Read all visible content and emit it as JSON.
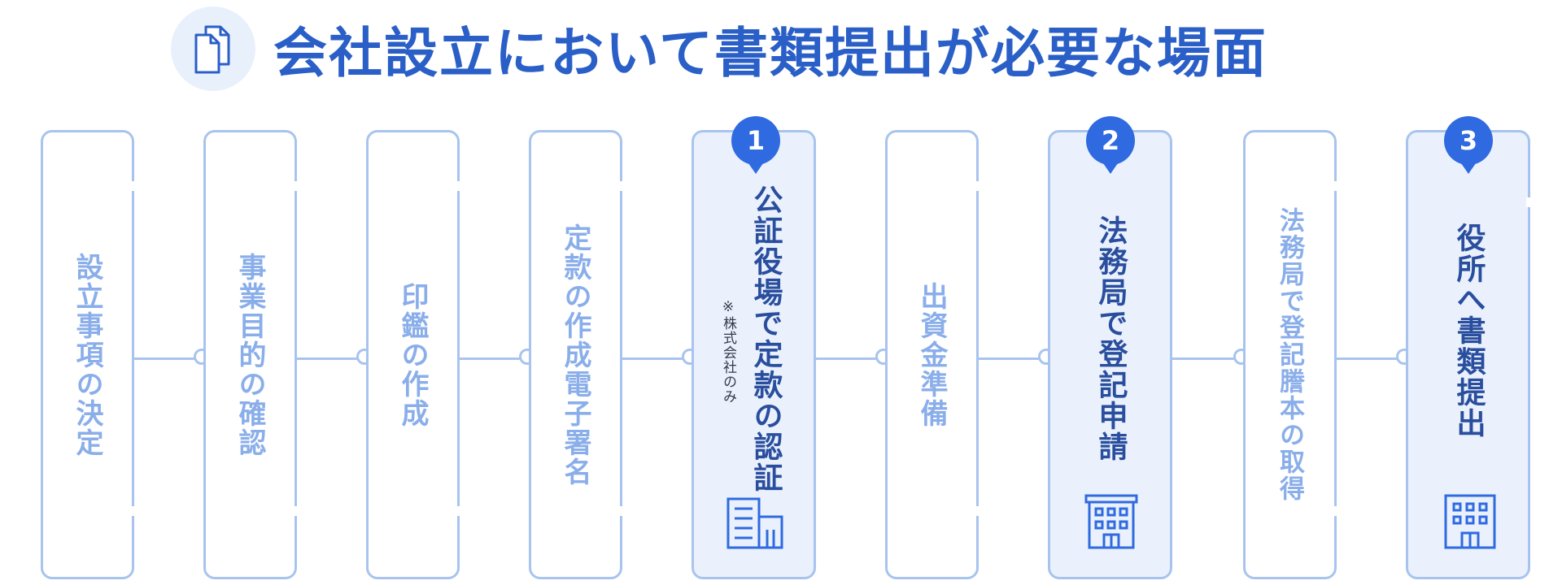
{
  "title": "会社設立において書類提出が必要な場面",
  "steps": [
    {
      "label": "設立事項の決定"
    },
    {
      "label": "事業目的の確認"
    },
    {
      "label": "印鑑の作成"
    },
    {
      "label": "定款の作成電子署名"
    },
    {
      "label": "公証役場で定款の認証",
      "badge": "1",
      "note": "※株式会社のみ"
    },
    {
      "label": "出資金準備"
    },
    {
      "label": "法務局で登記申請",
      "badge": "2"
    },
    {
      "label": "法務局で登記謄本の取得"
    },
    {
      "label": "役所へ書類提出",
      "badge": "3"
    }
  ],
  "icons": {
    "title": "documents-icon",
    "step5": "office-building-icon",
    "step7": "government-building-icon",
    "step9": "municipal-office-icon"
  },
  "colors": {
    "accent": "#2f6ae0",
    "title": "#2a5fc8",
    "border": "#a8c4ee",
    "highlight_bg": "#eaf1fc",
    "muted_text": "#8aaeea"
  }
}
